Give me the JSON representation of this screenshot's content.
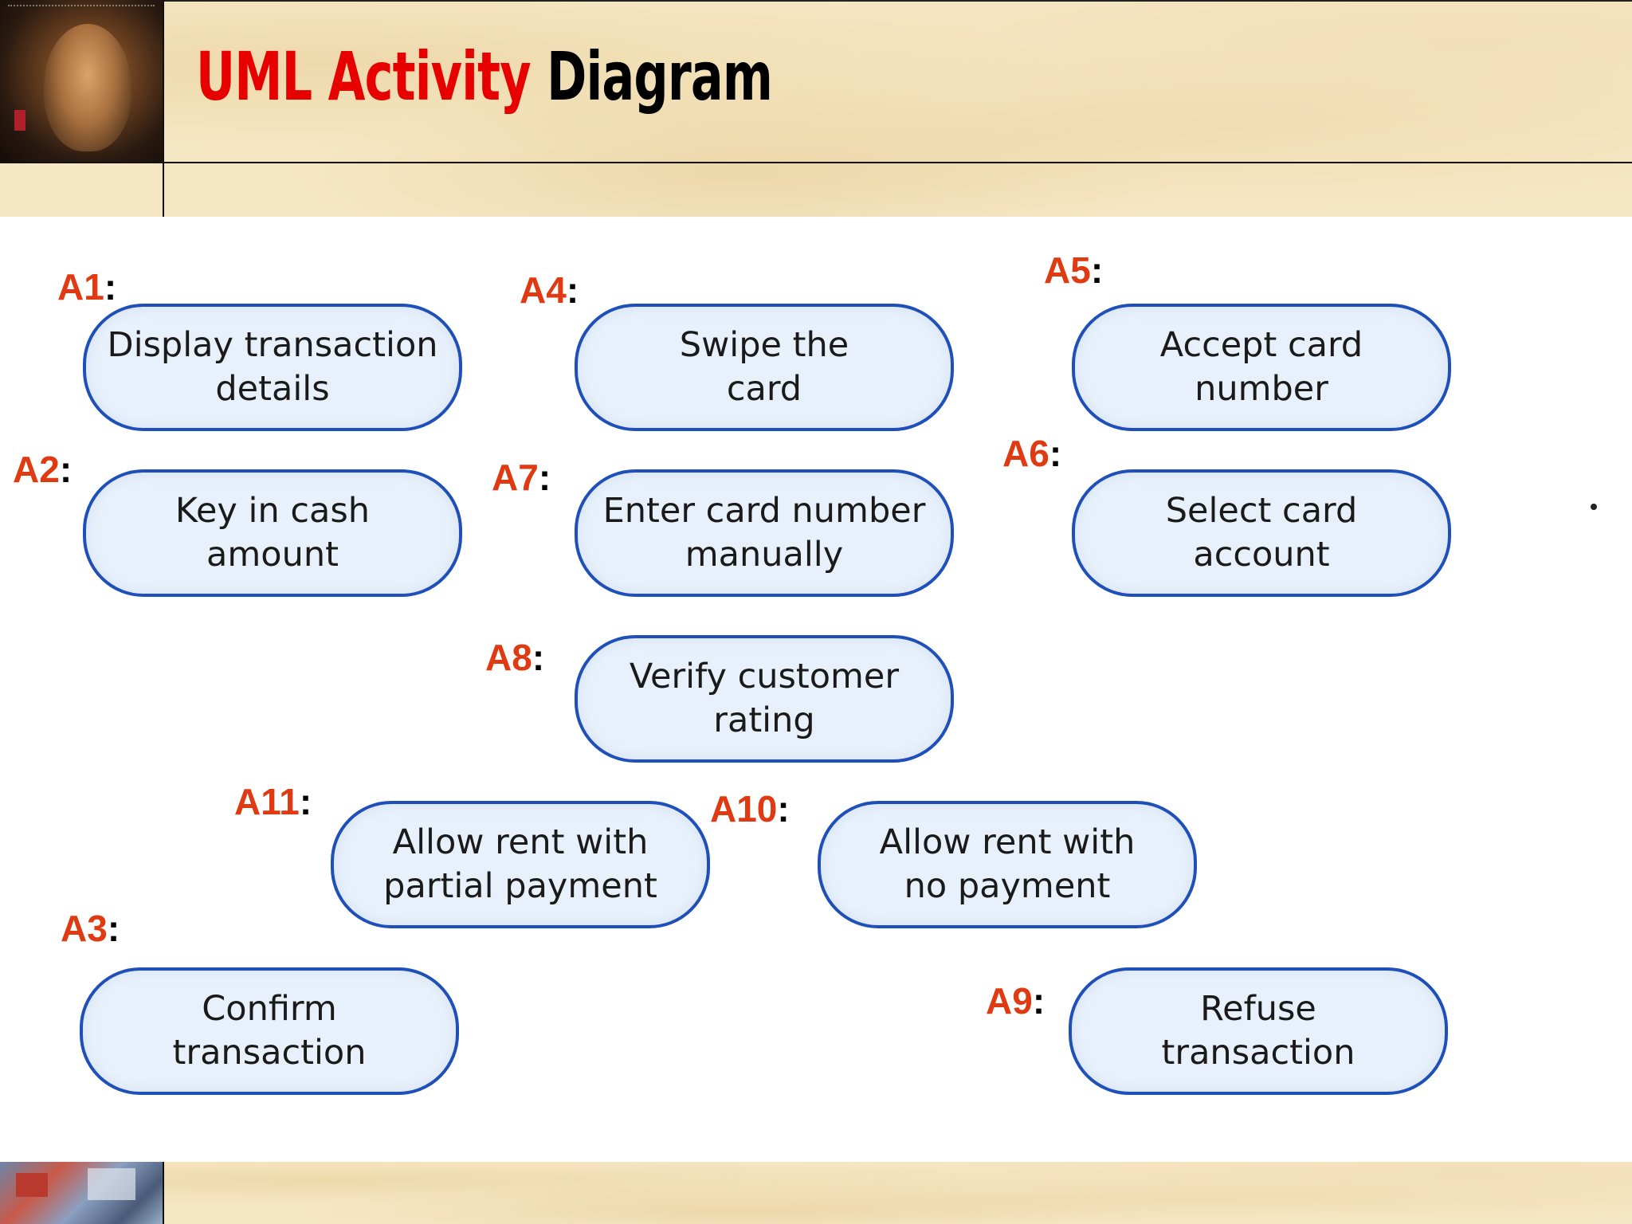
{
  "title": {
    "part1": "UML Activity",
    "part2": "Diagram"
  },
  "colors": {
    "title_red": "#e60000",
    "label_orange": "#e03a12",
    "node_border": "#1f4fb8",
    "node_fill": "#e8f1fb",
    "background_parchment": "#f6e7c4"
  },
  "activities": [
    {
      "code": "A1",
      "colon": ":",
      "lines": [
        "Display transaction",
        "details"
      ]
    },
    {
      "code": "A2",
      "colon": ":",
      "lines": [
        "Key in cash",
        "amount"
      ]
    },
    {
      "code": "A3",
      "colon": ":",
      "lines": [
        "Confirm",
        "transaction"
      ]
    },
    {
      "code": "A4",
      "colon": ":",
      "lines": [
        "Swipe the",
        "card"
      ]
    },
    {
      "code": "A5",
      "colon": ":",
      "lines": [
        "Accept card",
        "number"
      ]
    },
    {
      "code": "A6",
      "colon": ":",
      "lines": [
        "Select card",
        "account"
      ]
    },
    {
      "code": "A7",
      "colon": ":",
      "lines": [
        "Enter card number",
        "manually"
      ]
    },
    {
      "code": "A8",
      "colon": ":",
      "lines": [
        "Verify customer",
        "rating"
      ]
    },
    {
      "code": "A9",
      "colon": ":",
      "lines": [
        "Refuse",
        "transaction"
      ]
    },
    {
      "code": "A10",
      "colon": ":",
      "lines": [
        "Allow rent with",
        "no payment"
      ]
    },
    {
      "code": "A11",
      "colon": ":",
      "lines": [
        "Allow rent with",
        "partial payment"
      ]
    }
  ]
}
